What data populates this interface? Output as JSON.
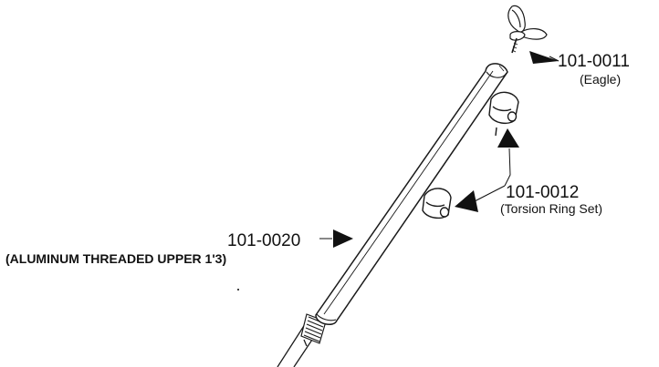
{
  "parts": [
    {
      "part_number": "101-0011",
      "description": "(Eagle)"
    },
    {
      "part_number": "101-0012",
      "description": "(Torsion Ring Set)"
    },
    {
      "part_number": "101-0020",
      "description": "(ALUMINUM THREADED UPPER 1'3)"
    }
  ],
  "colors": {
    "line": "#1a1a1a",
    "background": "#ffffff",
    "arrow": "#111111"
  }
}
